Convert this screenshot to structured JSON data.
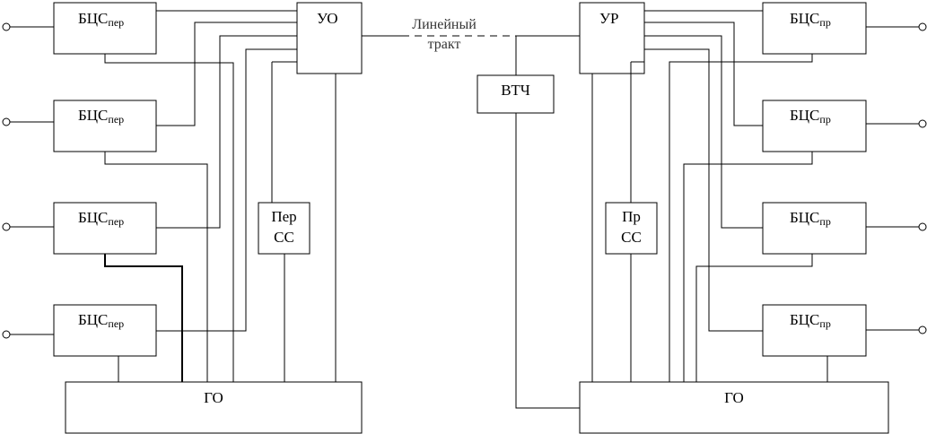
{
  "labels": {
    "bcs_main": "БЦС",
    "tx_sub": "пер",
    "rx_sub": "пр",
    "uo": "УО",
    "ur": "УР",
    "vtch": "ВТЧ",
    "go_left": "ГО",
    "go_right": "ГО",
    "per_cc_line1": "Пер",
    "per_cc_line2": "СС",
    "pr_cc_line1": "Пр",
    "pr_cc_line2": "СС",
    "line_path_1": "Линейный",
    "line_path_2": "тракт"
  }
}
